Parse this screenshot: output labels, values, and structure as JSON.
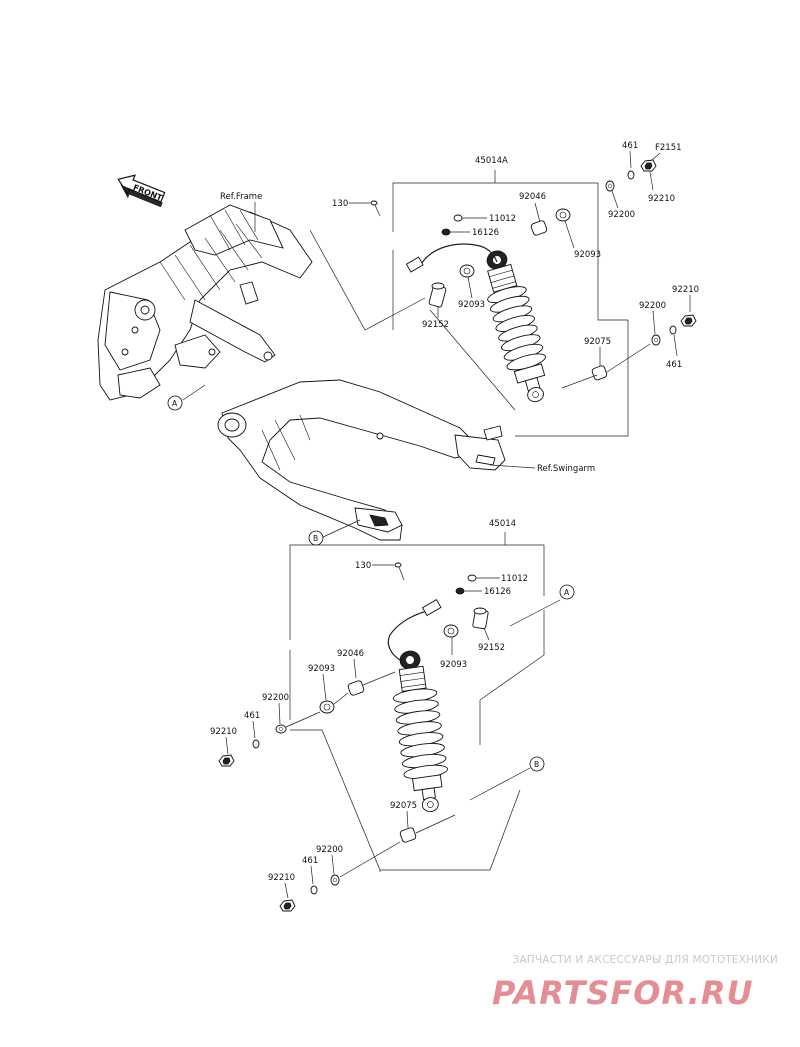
{
  "front_label": "FRONT",
  "ref_frame": "Ref.Frame",
  "ref_swingarm": "Ref.Swingarm",
  "callouts": {
    "a": "A",
    "b": "B"
  },
  "upper": {
    "assembly": "45014A",
    "bolt": "130",
    "nut_cap": "11012",
    "spacer_16126": "16126",
    "bush_92046": "92046",
    "collar_92093_a": "92093",
    "collar_92093_b": "92093",
    "sleeve_92152": "92152",
    "bush_92075": "92075",
    "washer_92200_a": "92200",
    "washer_92200_b": "92200",
    "pin_461_a": "461",
    "pin_461_b": "461",
    "nut_92210_a": "92210",
    "nut_92210_b": "92210",
    "f2151": "F2151"
  },
  "lower": {
    "assembly": "45014",
    "bolt": "130",
    "nut_cap": "11012",
    "spacer_16126": "16126",
    "bush_92046": "92046",
    "collar_92093_a": "92093",
    "collar_92093_b": "92093",
    "sleeve_92152": "92152",
    "bush_92075": "92075",
    "washer_92200_a": "92200",
    "washer_92200_b": "92200",
    "pin_461_a": "461",
    "pin_461_b": "461",
    "nut_92210_a": "92210",
    "nut_92210_b": "92210"
  },
  "watermark": {
    "tagline": "ЗАПЧАСТИ И АКСЕССУАРЫ ДЛЯ МОТОТЕХНИКИ",
    "brand": "PARTSFOR.RU",
    "color": "#e07a82"
  }
}
